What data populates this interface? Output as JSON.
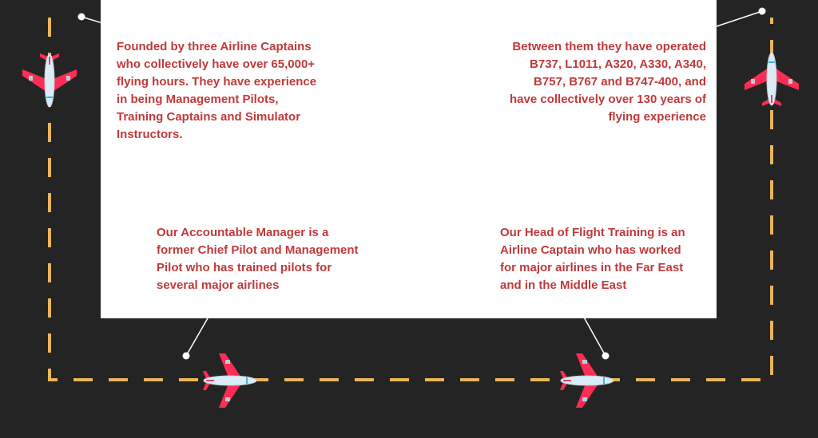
{
  "blocks": {
    "top_left": "Founded by three Airline Captains who collectively have over 65,000+ flying hours. They have experience in being Management Pilots, Training Captains and Simulator Instructors.",
    "top_right": "Between them they have operated B737, L1011, A320, A330, A340, B757, B767 and B747-400, and have collectively over 130 years of flying experience",
    "bottom_left": "Our Accountable Manager is a former Chief Pilot and Management Pilot who has trained pilots for several major airlines",
    "bottom_right": "Our Head of Flight Training is an Airline Captain who has worked for major airlines in the Far East and in the Middle East"
  },
  "colors": {
    "text": "#c0393b",
    "runway": "#242424",
    "dash": "#e8b45c",
    "plane_wing": "#ff2d55",
    "plane_body": "#dcecf7"
  }
}
